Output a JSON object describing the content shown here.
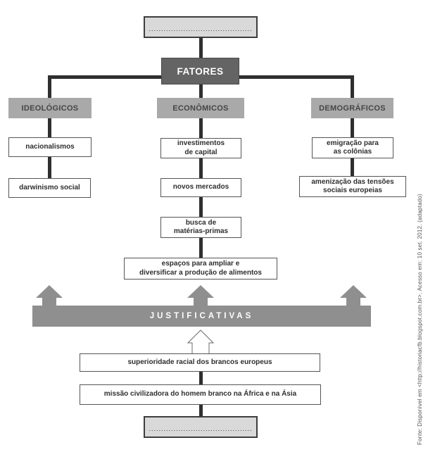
{
  "diagram": {
    "top_placeholder_dots": "..........................................",
    "root_label": "FATORES",
    "columns": [
      {
        "header": "IDEOLÓGICOS",
        "boxes": [
          "nacionalismos",
          "darwinismo social"
        ]
      },
      {
        "header": "ECONÔMICOS",
        "boxes": [
          "investimentos\nde capital",
          "novos mercados",
          "busca de\nmatérias-primas",
          "espaços para ampliar e\ndiversificar a produção de alimentos"
        ]
      },
      {
        "header": "DEMOGRÁFICOS",
        "boxes": [
          "emigração para\nas colônias",
          "amenização das tensões\nsociais europeias"
        ]
      }
    ],
    "justificativas_label": "JUSTIFICATIVAS",
    "justification_boxes": [
      "superioridade racial dos brancos europeus",
      "missão civilizadora do homem branco na África e na Ásia"
    ],
    "bottom_placeholder_dots": "..........................................",
    "source_note": "Fonte: Disponível em <http://historiacfb.blogspot.com.br>. Acesso em: 10 set. 2012. (adaptado)"
  },
  "colors": {
    "connector_line": "#2f2f2f",
    "root_box_fill": "#646464",
    "category_header_fill": "#a9a9a9",
    "justificativas_bar_fill": "#8f8f8f",
    "placeholder_fill": "#d9d9d9",
    "placeholder_border": "#3d3d3d",
    "white_box_border": "#555555",
    "text_dark": "#2e2e2e",
    "text_white": "#ffffff"
  }
}
